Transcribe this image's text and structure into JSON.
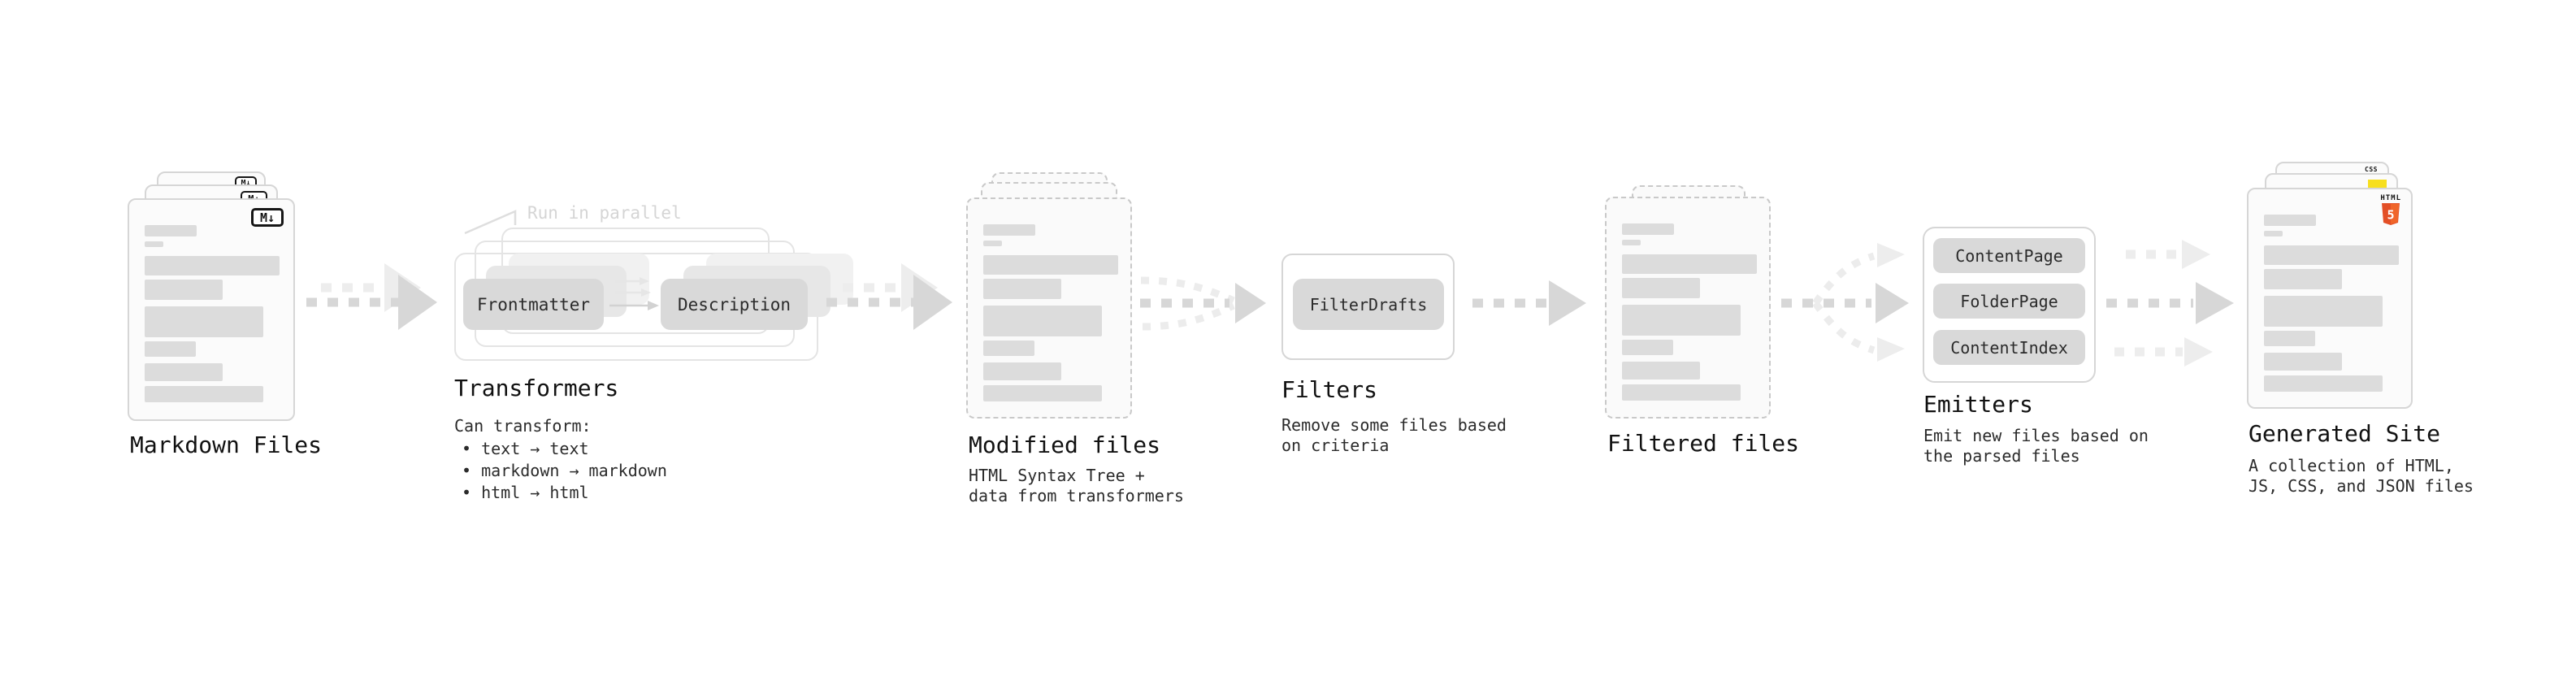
{
  "colors": {
    "html5_orange": "#e34f26",
    "html5_orange_light": "#f06529",
    "js_yellow": "#f7df1e",
    "css_blue": "#2965f1",
    "pill_gray": "#d9d9d9",
    "arrow_dark": "#d7d7d7",
    "arrow_light": "#ededed"
  },
  "nodes": {
    "markdown": {
      "title": "Markdown Files",
      "badge": "M↓"
    },
    "transformers": {
      "title": "Transformers",
      "annotation": "Run in parallel",
      "pills": [
        "Frontmatter",
        "Description"
      ],
      "desc_heading": "Can transform:",
      "bullets": [
        "• text → text",
        "• markdown → markdown",
        "• html → html"
      ]
    },
    "modified": {
      "title": "Modified files",
      "desc1": "HTML Syntax Tree +",
      "desc2": "data from transformers"
    },
    "filters": {
      "title": "Filters",
      "pill": "FilterDrafts",
      "desc1": "Remove some files based",
      "desc2": "on criteria"
    },
    "filtered": {
      "title": "Filtered files"
    },
    "emitters": {
      "title": "Emitters",
      "pills": [
        "ContentPage",
        "FolderPage",
        "ContentIndex"
      ],
      "desc1": "Emit new files based on",
      "desc2": "the parsed files"
    },
    "generated": {
      "title": "Generated Site",
      "desc1": "A collection of HTML,",
      "desc2": "JS, CSS, and JSON files",
      "html_badge": "HTML",
      "html_badge_num": "5",
      "css_badge": "CSS"
    }
  }
}
